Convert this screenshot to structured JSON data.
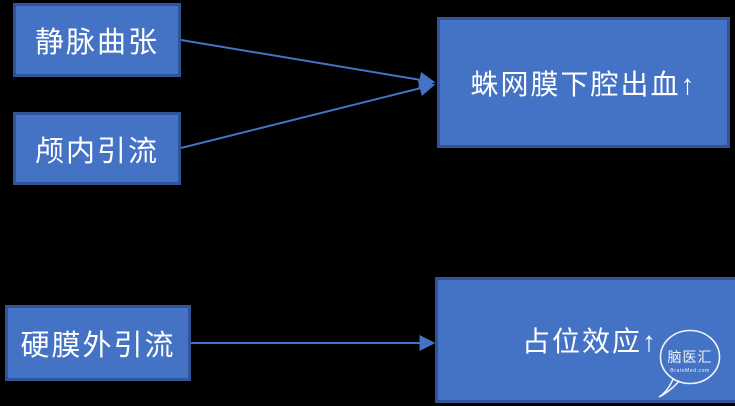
{
  "diagram": {
    "background_color": "#000000",
    "node_fill_color": "#4472c4",
    "node_border_color": "#2f5597",
    "connector_color": "#4472c4",
    "text_color": "#ffffff",
    "cause_nodes": [
      {
        "label": "静脉曲张"
      },
      {
        "label": "颅内引流"
      },
      {
        "label": "硬膜外引流"
      }
    ],
    "effect_nodes": [
      {
        "label": "蛛网膜下腔出血↑"
      },
      {
        "label": "占位效应↑"
      }
    ],
    "connections": [
      {
        "from": "静脉曲张",
        "to": "蛛网膜下腔出血↑"
      },
      {
        "from": "颅内引流",
        "to": "蛛网膜下腔出血↑"
      },
      {
        "from": "硬膜外引流",
        "to": "占位效应↑"
      }
    ],
    "watermark": {
      "title": "脑医汇",
      "subtitle": "BrainMed.com"
    }
  }
}
